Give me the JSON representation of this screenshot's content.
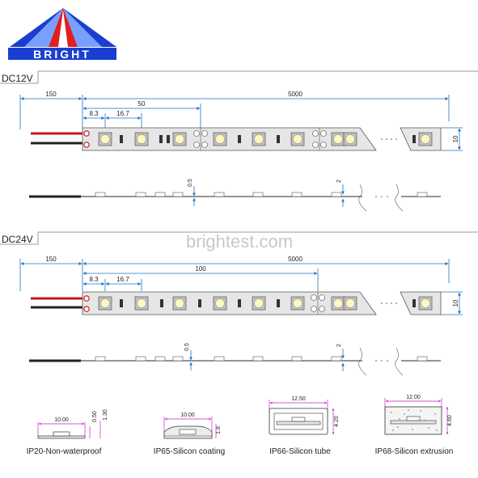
{
  "logo": {
    "text": "BRIGHT",
    "colors": {
      "red": "#e02020",
      "blue": "#1a3fd0",
      "light_blue": "#7aa0ff"
    }
  },
  "watermark": "brightest.com",
  "colors": {
    "dimension": "#1e73c8",
    "ip_dimension": "#cc22cc",
    "wire_red": "#c81818",
    "wire_black": "#222222",
    "strip_fill": "#e6e6e6",
    "led_outer": "#c0c0c0",
    "led_inner": "#fff7c0",
    "panel_border": "#9a9a9a",
    "text": "#222222"
  },
  "sections": [
    {
      "id": "dc12v",
      "label": "DC12V",
      "dims": {
        "wire": "150",
        "total": "5000",
        "segment": "50",
        "pitch_a": "8.3",
        "pitch_b": "16.7",
        "height": "10",
        "thickness": "0.5",
        "strip_thickness": "2"
      }
    },
    {
      "id": "dc24v",
      "label": "DC24V",
      "dims": {
        "wire": "150",
        "total": "5000",
        "segment": "100",
        "pitch_a": "8.3",
        "pitch_b": "16.7",
        "height": "10",
        "thickness": "0.5",
        "strip_thickness": "2"
      }
    }
  ],
  "ip_types": [
    {
      "label": "IP20-Non-waterproof",
      "width": "10.00",
      "dims": [
        "0.50",
        "1.30"
      ]
    },
    {
      "label": "IP65-Silicon coating",
      "width": "10.00",
      "dims": [
        "1.8"
      ]
    },
    {
      "label": "IP66-Silicon tube",
      "width": "12.50",
      "dims": [
        "4.20"
      ]
    },
    {
      "label": "IP68-Silicon extrusion",
      "width": "12.00",
      "dims": [
        "4.60"
      ]
    }
  ]
}
